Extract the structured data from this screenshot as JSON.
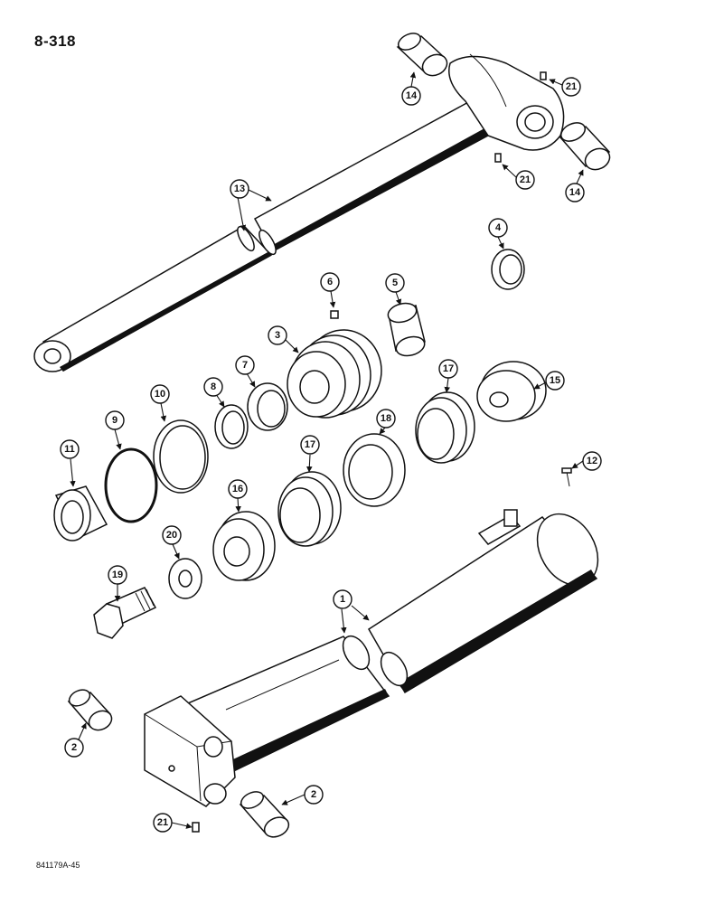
{
  "header": {
    "page_number": "8-318"
  },
  "footer": {
    "figure_code": "841179A-45"
  },
  "callouts": {
    "c1": "1",
    "c2a": "2",
    "c2b": "2",
    "c3": "3",
    "c4": "4",
    "c5": "5",
    "c6": "6",
    "c7": "7",
    "c8": "8",
    "c9": "9",
    "c10": "10",
    "c11": "11",
    "c12": "12",
    "c13": "13",
    "c14a": "14",
    "c14b": "14",
    "c15": "15",
    "c16": "16",
    "c17a": "17",
    "c17b": "17",
    "c18": "18",
    "c19": "19",
    "c20": "20",
    "c21a": "21",
    "c21b": "21",
    "c21c": "21"
  }
}
